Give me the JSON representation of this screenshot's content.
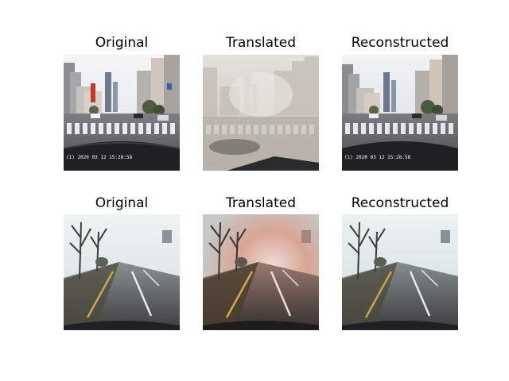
{
  "rows": [
    {
      "panels": [
        {
          "title": "Original",
          "scene": "city-intersection-clear",
          "timestamp": "(1) 2020 03 12  15:28:58"
        },
        {
          "title": "Translated",
          "scene": "city-intersection-foggy"
        },
        {
          "title": "Reconstructed",
          "scene": "city-intersection-clear",
          "timestamp": "(1) 2020 03 12  15:28:58"
        }
      ]
    },
    {
      "panels": [
        {
          "title": "Original",
          "scene": "foggy-road-trees"
        },
        {
          "title": "Translated",
          "scene": "foggy-road-trees-warm"
        },
        {
          "title": "Reconstructed",
          "scene": "foggy-road-trees"
        }
      ]
    }
  ],
  "colors": {
    "background": "#ffffff",
    "title_text": "#000000"
  }
}
